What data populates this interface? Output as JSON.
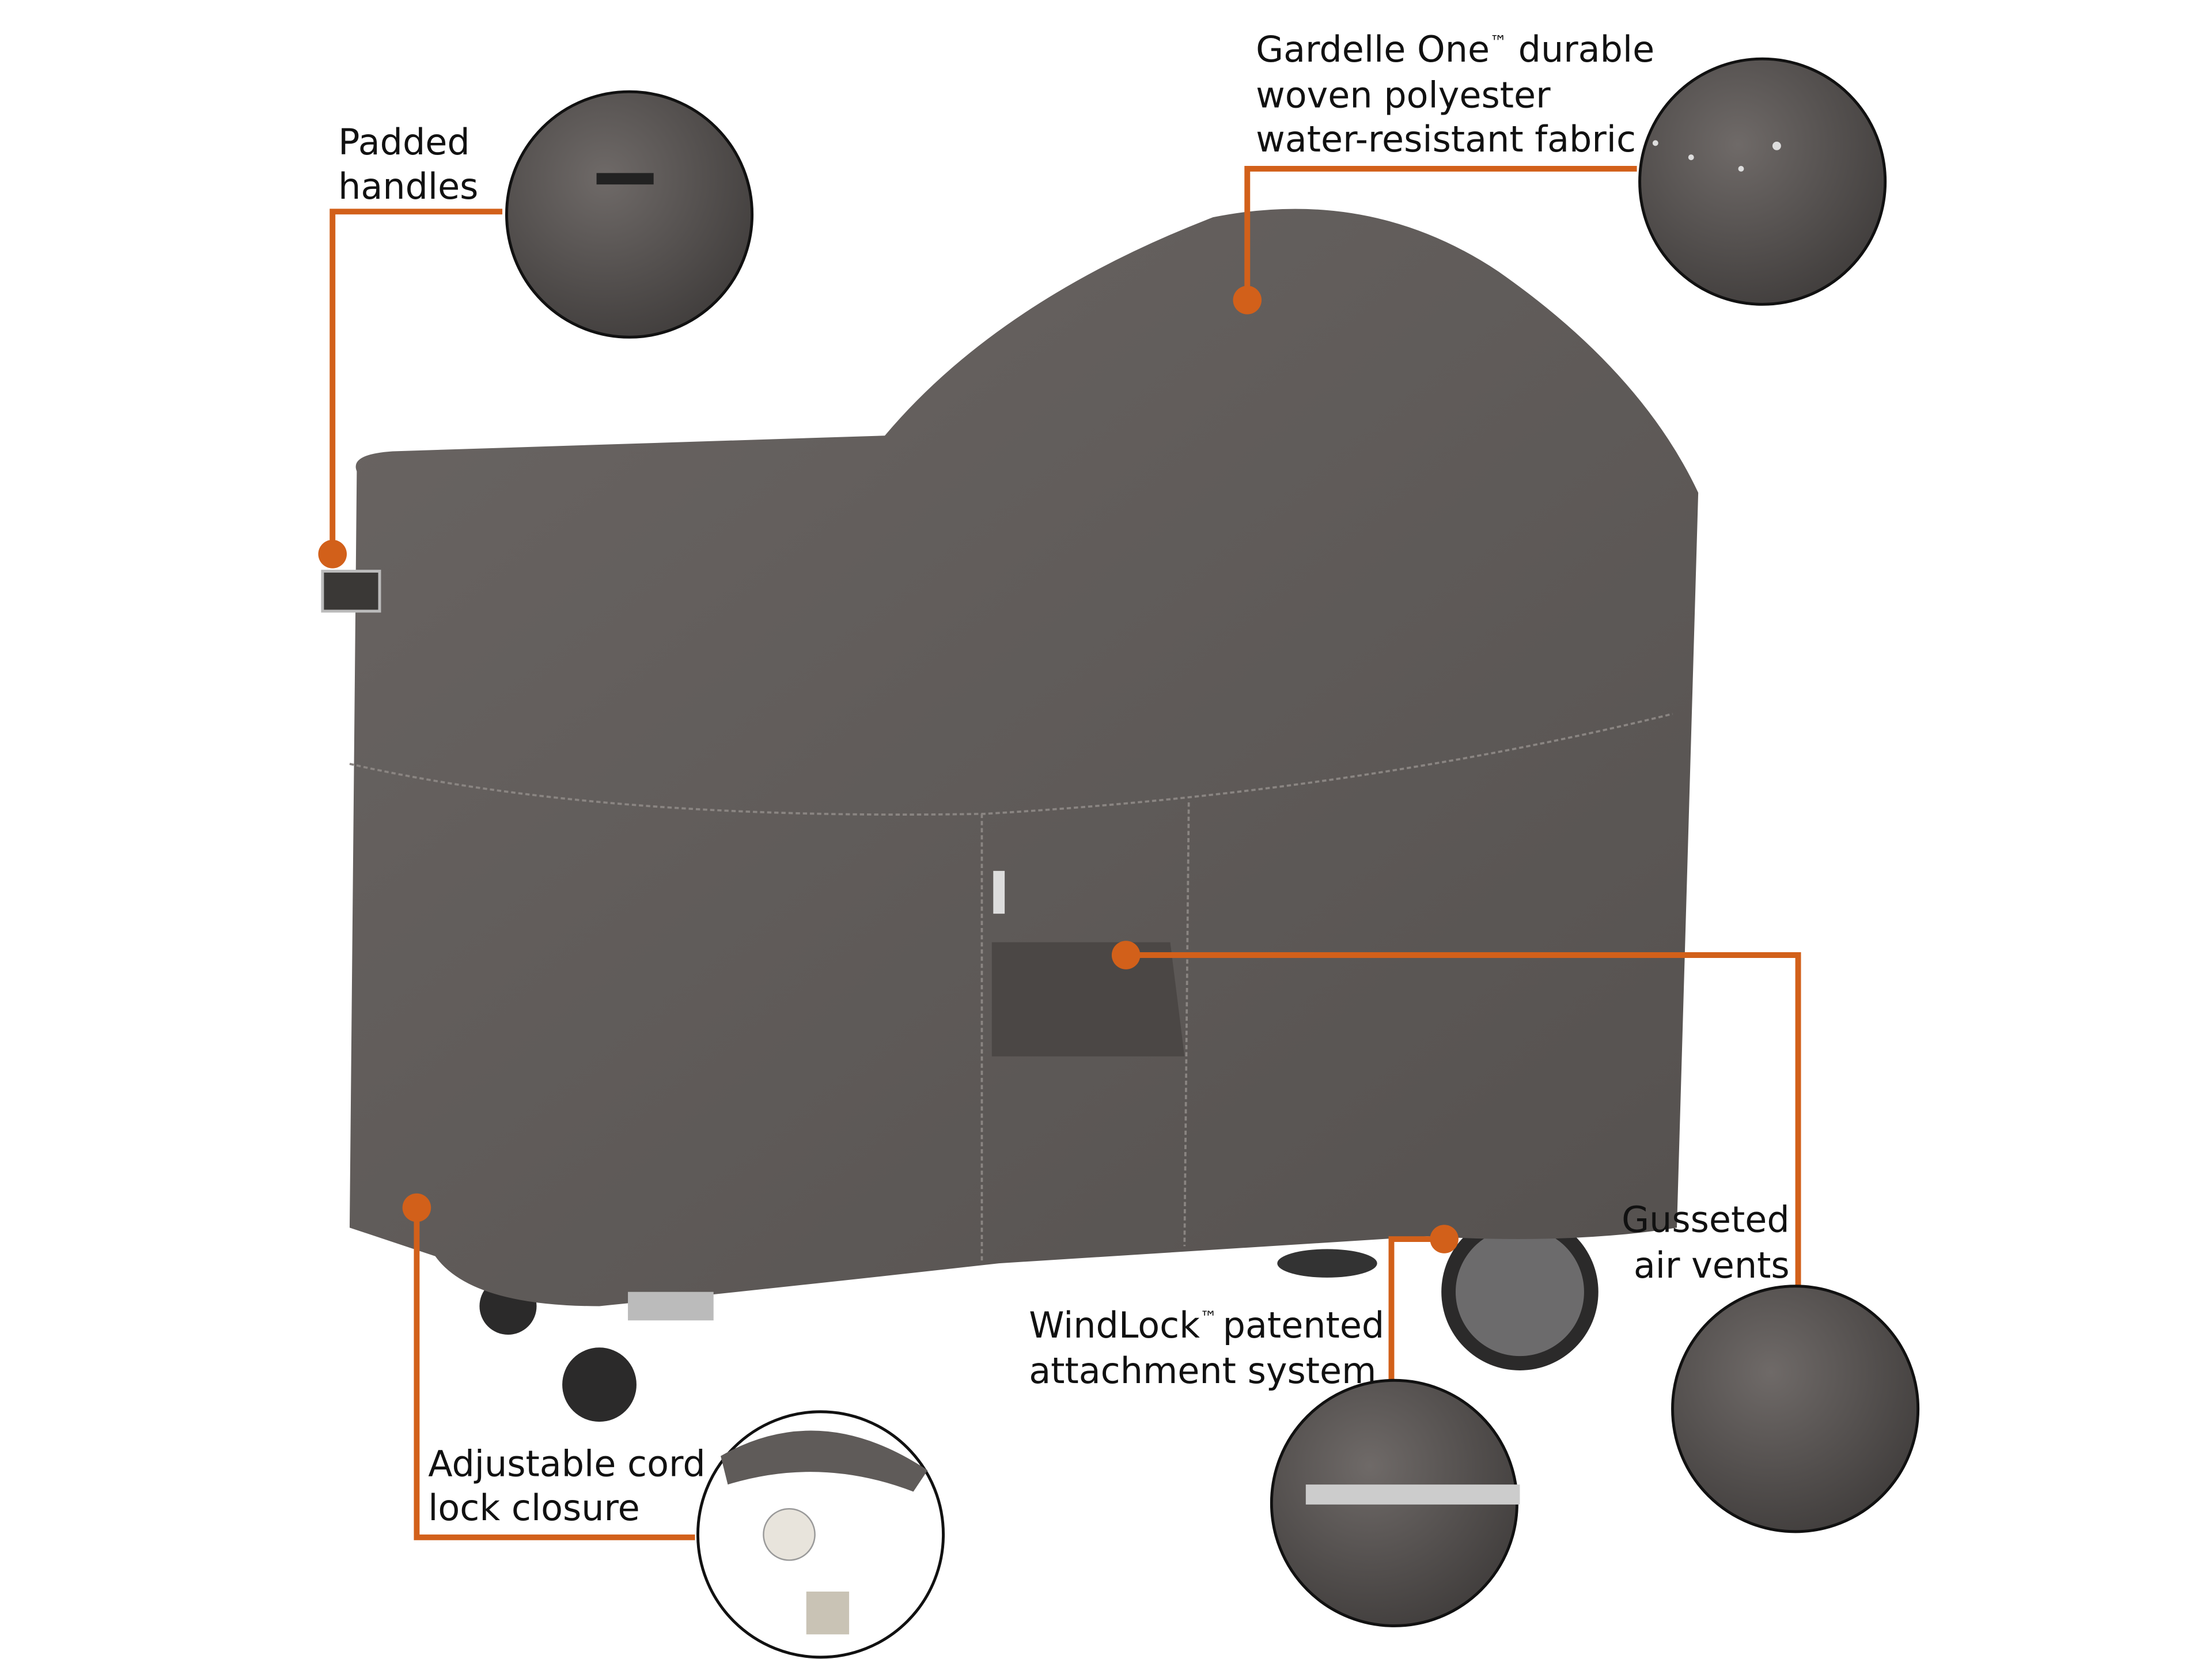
{
  "colors": {
    "accent": "#D2601A",
    "cover": "#5f5b59",
    "text": "#111111"
  },
  "callouts": [
    {
      "id": "handles",
      "lines": [
        "Padded",
        "handles"
      ]
    },
    {
      "id": "fabric",
      "lines": [
        "Gardelle One",
        "woven polyester",
        "water-resistant fabric"
      ],
      "tm": "™",
      "line1_tail": "durable"
    },
    {
      "id": "vents",
      "lines": [
        "Gusseted",
        "air vents"
      ]
    },
    {
      "id": "windlock",
      "lines": [
        "WindLock",
        "attachment system"
      ],
      "tm": "™",
      "line1_tail": "patented"
    },
    {
      "id": "cord",
      "lines": [
        "Adjustable cord",
        "lock closure"
      ]
    }
  ]
}
